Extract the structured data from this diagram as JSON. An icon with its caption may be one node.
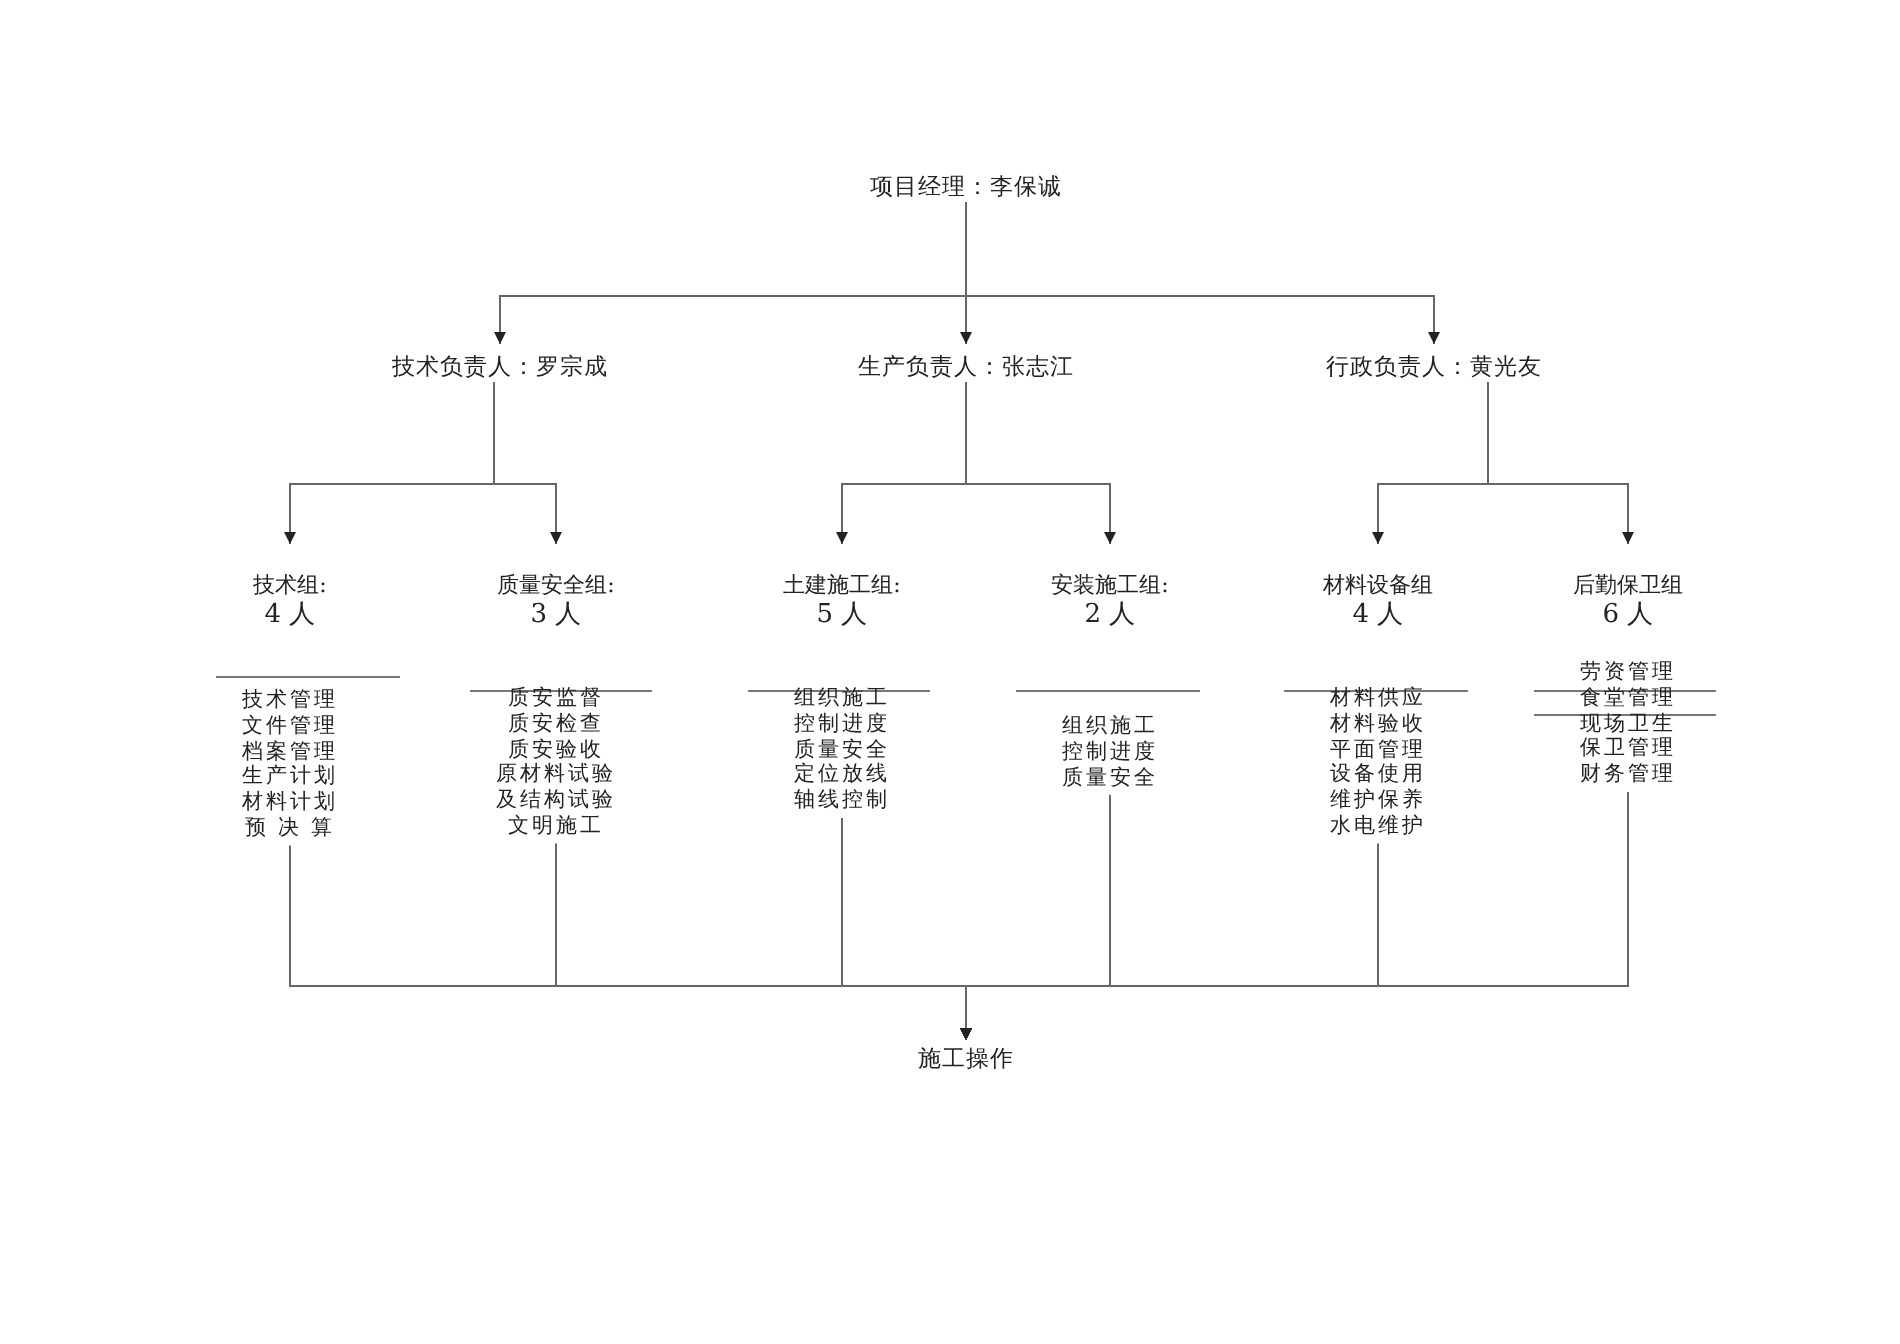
{
  "diagram": {
    "nodes": [
      {
        "text": [
          "项目经理：李保诚"
        ]
      },
      {
        "text": [
          "技术负责人：罗宗成"
        ]
      },
      {
        "text": [
          "生产负责人：张志江"
        ]
      },
      {
        "text": [
          "行政负责人：黄光友"
        ]
      },
      {
        "text": [
          "技术组:",
          "4 人",
          "技术管理",
          "文件管理",
          "档案管理",
          "生产计划",
          "材料计划",
          "预 决 算"
        ]
      },
      {
        "text": [
          "质量安全组:",
          "3 人",
          "质安监督",
          "质安检查",
          "质安验收",
          "原材料试验",
          "及结构试验",
          "文明施工"
        ]
      },
      {
        "text": [
          "土建施工组:",
          "5 人",
          "组织施工",
          "控制进度",
          "质量安全",
          "定位放线",
          "轴线控制"
        ]
      },
      {
        "text": [
          "安装施工组:",
          "2 人",
          "组织施工",
          "控制进度",
          "质量安全"
        ]
      },
      {
        "text": [
          "材料设备组",
          "4 人",
          "材料供应",
          "材料验收",
          "平面管理",
          "设备使用",
          "维护保养",
          "水电维护"
        ]
      },
      {
        "text": [
          "后勤保卫组",
          "6 人",
          "劳资管理",
          "食堂管理",
          "现场卫生",
          "保卫管理",
          "财务管理"
        ]
      },
      {
        "text": [
          "施工操作"
        ]
      }
    ],
    "edges": [
      {
        "from": 0,
        "to": 1,
        "arrow": "to"
      },
      {
        "from": 0,
        "to": 2,
        "arrow": "to"
      },
      {
        "from": 0,
        "to": 3,
        "arrow": "to"
      },
      {
        "from": 1,
        "to": 4,
        "arrow": "to"
      },
      {
        "from": 1,
        "to": 5,
        "arrow": "to"
      },
      {
        "from": 2,
        "to": 6,
        "arrow": "to"
      },
      {
        "from": 2,
        "to": 7,
        "arrow": "to"
      },
      {
        "from": 3,
        "to": 8,
        "arrow": "to"
      },
      {
        "from": 3,
        "to": 9,
        "arrow": "to"
      },
      {
        "from": 4,
        "to": 10,
        "arrow": "to"
      },
      {
        "from": 5,
        "to": 10,
        "arrow": "to"
      },
      {
        "from": 6,
        "to": 10,
        "arrow": "to"
      },
      {
        "from": 7,
        "to": 10,
        "arrow": "to"
      },
      {
        "from": 8,
        "to": 10,
        "arrow": "to"
      },
      {
        "from": 9,
        "to": 10,
        "arrow": "to"
      }
    ]
  }
}
